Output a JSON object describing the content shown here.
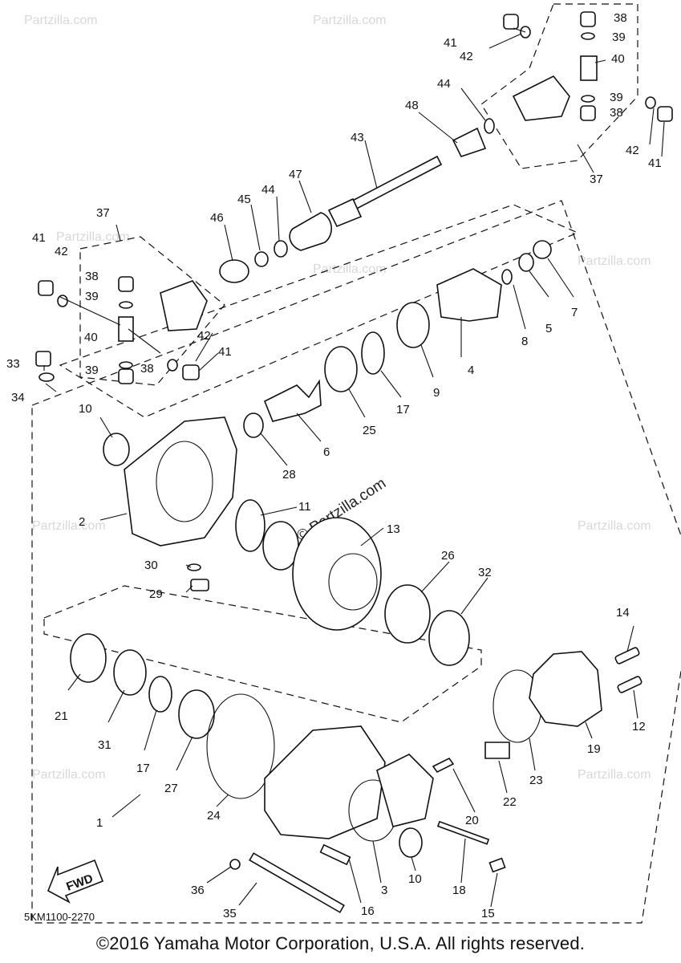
{
  "watermark": {
    "site": "Partzilla.com",
    "center_text": "© Partzilla.com",
    "copyright_mark": "©"
  },
  "fwd_label": "FWD",
  "diagram_code": "5KM1100-2270",
  "copyright": "©2016  Yamaha Motor Corporation, U.S.A. All rights reserved.",
  "callouts": [
    "1",
    "2",
    "3",
    "4",
    "5",
    "6",
    "7",
    "8",
    "9",
    "10",
    "11",
    "12",
    "13",
    "14",
    "15",
    "16",
    "17",
    "18",
    "19",
    "20",
    "21",
    "22",
    "23",
    "24",
    "25",
    "26",
    "27",
    "28",
    "29",
    "30",
    "31",
    "32",
    "33",
    "34",
    "35",
    "36",
    "37",
    "38",
    "39",
    "40",
    "41",
    "42",
    "43",
    "44",
    "45",
    "46",
    "47",
    "48"
  ]
}
